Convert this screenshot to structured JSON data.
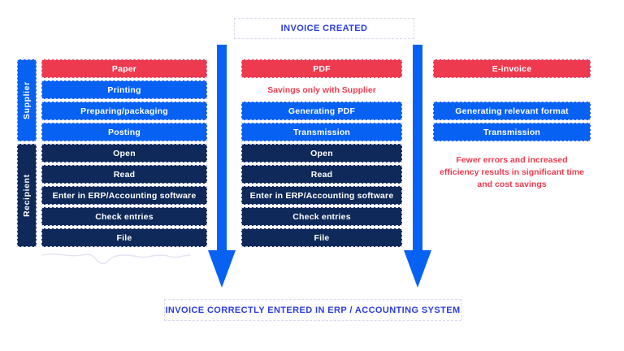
{
  "banners": {
    "top": "INVOICE CREATED",
    "bottom": "INVOICE CORRECTLY ENTERED IN ERP / ACCOUNTING SYSTEM"
  },
  "side_labels": {
    "supplier": "Supplier",
    "recipient": "Recipient"
  },
  "columns": {
    "paper": {
      "header": "Paper",
      "steps": [
        "Printing",
        "Preparing/packaging",
        "Posting",
        "Open",
        "Read",
        "Enter in ERP/Accounting software",
        "Check entries",
        "File"
      ]
    },
    "pdf": {
      "header": "PDF",
      "note": "Savings only with Supplier",
      "steps": [
        "Generating PDF",
        "Transmission",
        "Open",
        "Read",
        "Enter in ERP/Accounting software",
        "Check entries",
        "File"
      ]
    },
    "einvoice": {
      "header": "E-invoice",
      "steps": [
        "Generating relevant format",
        "Transmission"
      ],
      "note_lines": [
        "Fewer errors and increased",
        "efficiency results in significant time",
        "and cost savings"
      ]
    }
  },
  "colors": {
    "red": "#ee3a4e",
    "blue": "#0762f3",
    "navy": "#0f2a5a",
    "accent_text": "#2b3ce5",
    "note_text": "#ef3b4f",
    "box_border": "#d8d8ee"
  }
}
